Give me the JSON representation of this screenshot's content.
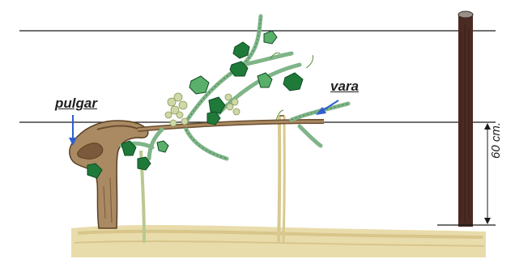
{
  "labels": {
    "pulgar": "pulgar",
    "vara": "vara",
    "height": "60 cm."
  },
  "colors": {
    "wire": "#1a1a1a",
    "arrow_blue": "#2f5fd0",
    "trunk": "#a98a63",
    "trunk_dark": "#6b4e2f",
    "post": "#4a2a22",
    "ground": "#e6d7a4",
    "leaf_dark": "#1f7a3a",
    "leaf_light": "#5ab06a",
    "shoot_green": "#7fb588",
    "flower": "#cfd8a8"
  },
  "icons": [
    "down-arrow-icon",
    "left-arrow-icon"
  ]
}
